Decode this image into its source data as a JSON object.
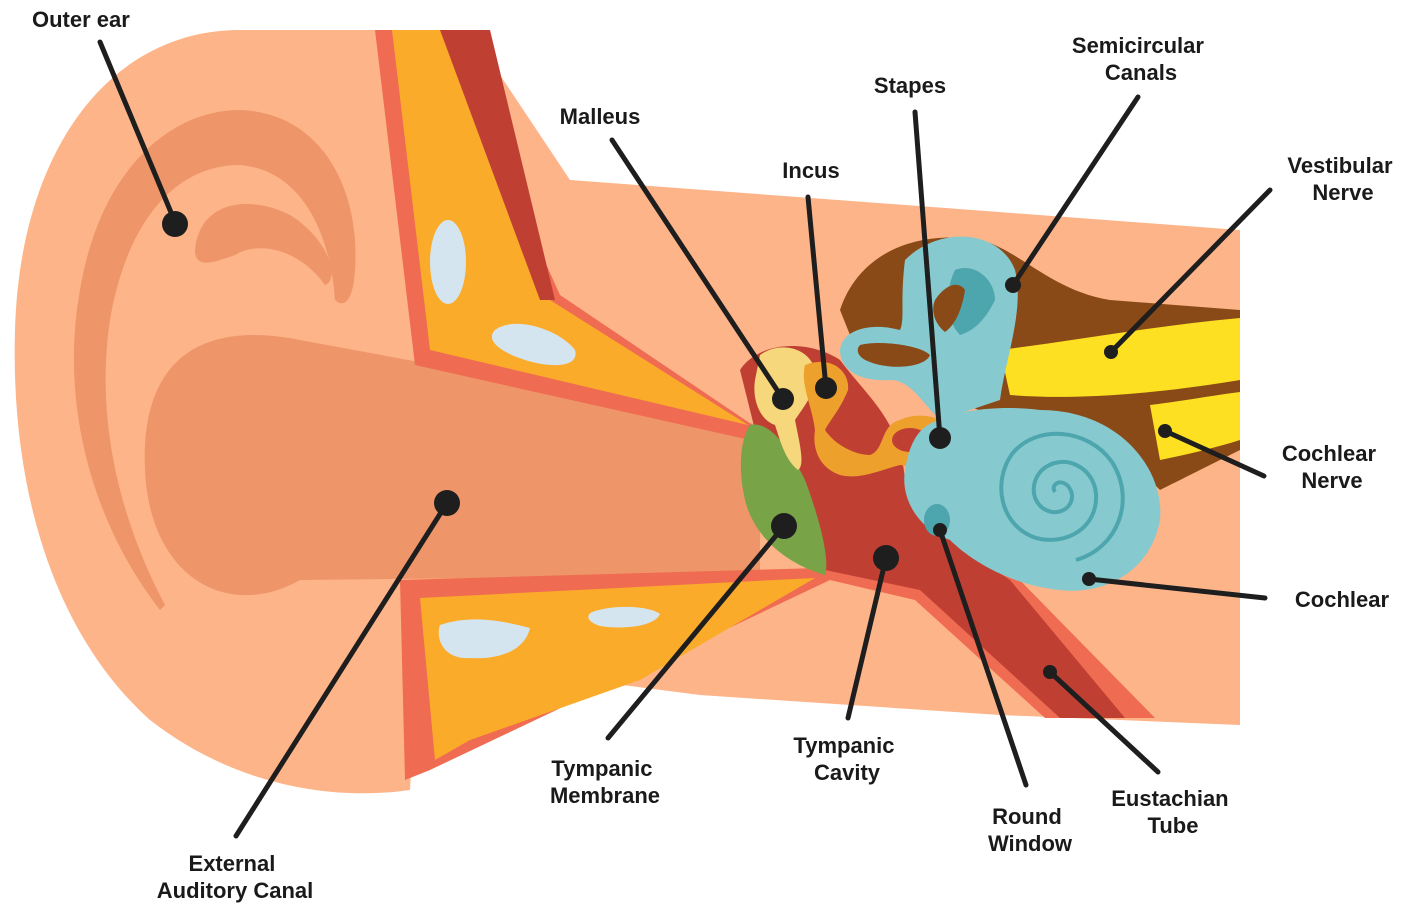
{
  "colors": {
    "skin": "#fdb489",
    "skin_dark": "#ee9569",
    "cartilage_red": "#ef6b52",
    "bone": "#fbab2a",
    "bone_spot": "#d5e5ef",
    "cavity": "#c03f33",
    "tympanic_membrane": "#78a447",
    "malleus": "#f6d77b",
    "incus_stapes": "#eea02d",
    "labyrinth": "#86c9cf",
    "labyrinth_dark": "#4da6ad",
    "nerve_brown": "#8a4a18",
    "nerve_yellow": "#fce021",
    "leader": "#1e1e1e"
  },
  "labels": {
    "outer_ear": [
      "Outer ear"
    ],
    "external_auditory_canal": [
      "External",
      "Auditory Canal"
    ],
    "malleus": [
      "Malleus"
    ],
    "incus": [
      "Incus"
    ],
    "stapes": [
      "Stapes"
    ],
    "semicircular_canals": [
      "Semicircular",
      "Canals"
    ],
    "vestibular_nerve": [
      "Vestibular",
      "Nerve"
    ],
    "cochlear_nerve": [
      "Cochlear",
      "Nerve"
    ],
    "cochlear": [
      "Cochlear"
    ],
    "tympanic_membrane": [
      "Tympanic",
      "Membrane"
    ],
    "tympanic_cavity": [
      "Tympanic",
      "Cavity"
    ],
    "round_window": [
      "Round",
      "Window"
    ],
    "eustachian_tube": [
      "Eustachian",
      "Tube"
    ]
  }
}
